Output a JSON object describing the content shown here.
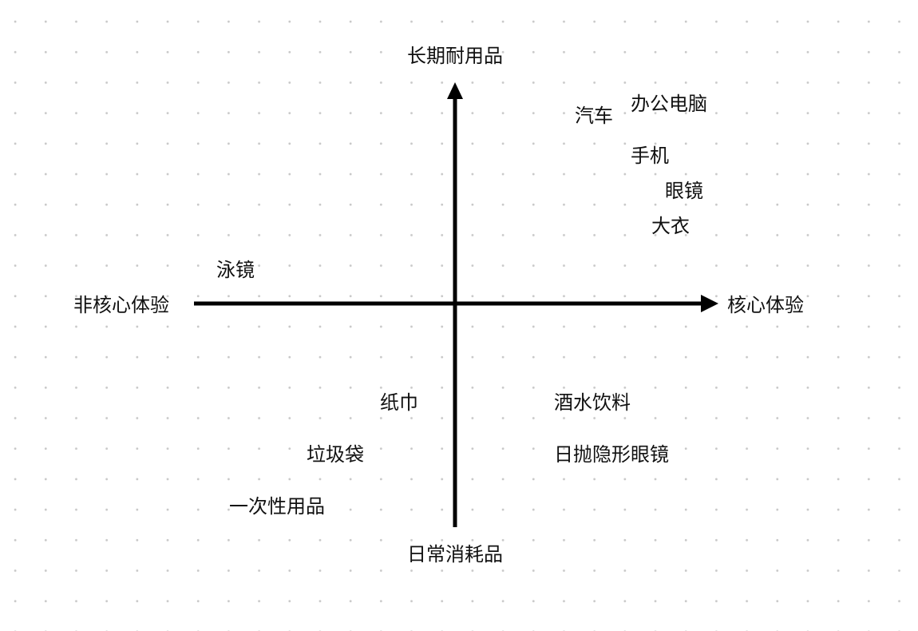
{
  "axes": {
    "top": "长期耐用品",
    "bottom": "日常消耗品",
    "left": "非核心体验",
    "right": "核心体验"
  },
  "items": {
    "car": "汽车",
    "office_computer": "办公电脑",
    "phone": "手机",
    "glasses": "眼镜",
    "coat": "大衣",
    "swim_goggles": "泳镜",
    "tissue": "纸巾",
    "beverages": "酒水饮料",
    "trash_bag": "垃圾袋",
    "daily_contacts": "日抛隐形眼镜",
    "disposables": "一次性用品"
  },
  "colors": {
    "axis": "#000000",
    "text": "#111111",
    "grid_dot": "#c8c8c8",
    "background": "#ffffff"
  }
}
